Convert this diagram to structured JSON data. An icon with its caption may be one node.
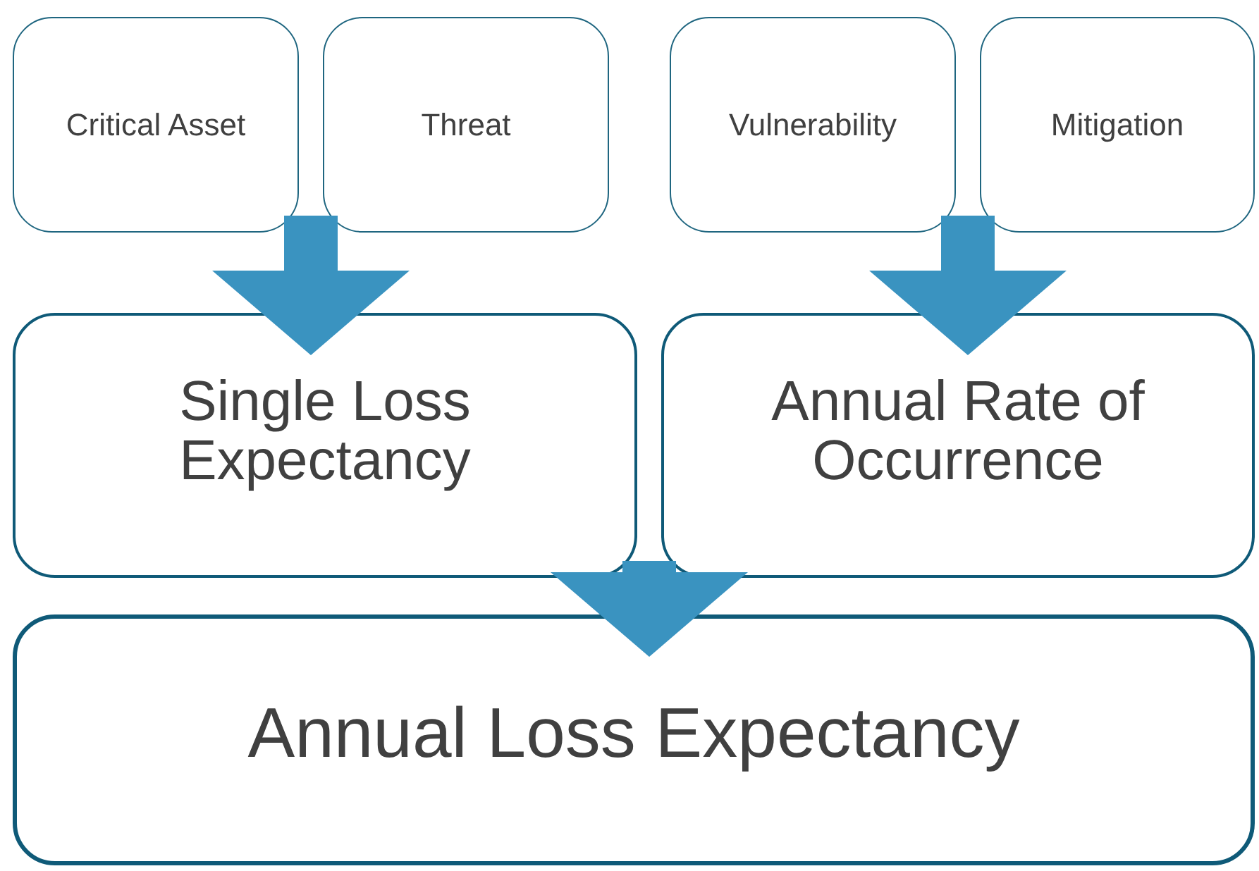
{
  "diagram": {
    "nodes": [
      {
        "text": [
          "Critical Asset"
        ]
      },
      {
        "text": [
          "Threat"
        ]
      },
      {
        "text": [
          "Vulnerability"
        ]
      },
      {
        "text": [
          "Mitigation"
        ]
      },
      {
        "text": [
          "Single Loss Expectancy"
        ]
      },
      {
        "text": [
          "Annual Rate of Occurrence"
        ]
      },
      {
        "text": [
          "Annual Loss Expectancy"
        ]
      }
    ],
    "edges": [
      {
        "from": 0,
        "to": 4,
        "arrow": "to"
      },
      {
        "from": 1,
        "to": 4,
        "arrow": "to"
      },
      {
        "from": 2,
        "to": 5,
        "arrow": "to"
      },
      {
        "from": 3,
        "to": 5,
        "arrow": "to"
      },
      {
        "from": 4,
        "to": 6,
        "arrow": "to"
      },
      {
        "from": 5,
        "to": 6,
        "arrow": "to"
      }
    ]
  }
}
